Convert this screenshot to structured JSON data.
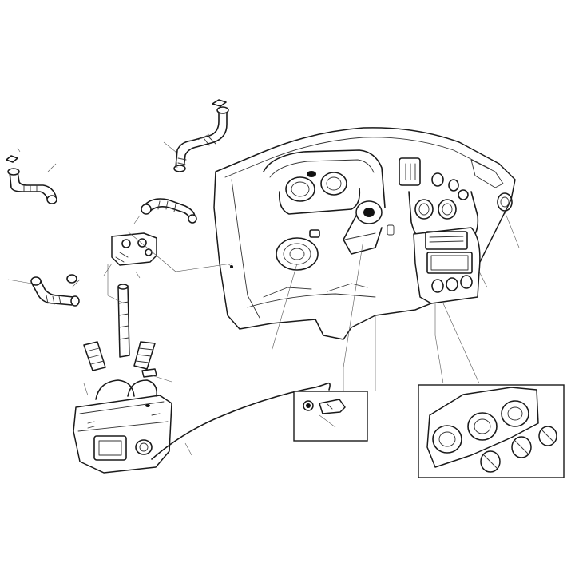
{
  "diagram": {
    "kind": "exploded-parts-view",
    "colors": {
      "line": "#1a1a1a",
      "leader": "#555555",
      "background": "#ffffff"
    },
    "parts": [
      {
        "name": "dashboard-panel",
        "icon": "dashboard-icon"
      },
      {
        "name": "instrument-cluster-gauges",
        "icon": "gauge-icon"
      },
      {
        "name": "steering-column-hub",
        "icon": "steering-icon"
      },
      {
        "name": "center-console-radio",
        "icon": "radio-icon"
      },
      {
        "name": "side-air-vent-right",
        "icon": "vent-icon"
      },
      {
        "name": "heater-unit",
        "icon": "heater-icon"
      },
      {
        "name": "control-cable",
        "icon": "cable-icon"
      },
      {
        "name": "duct-hose-top",
        "icon": "hose-icon"
      },
      {
        "name": "duct-hose-left",
        "icon": "hose-icon"
      },
      {
        "name": "duct-hose-mid",
        "icon": "hose-icon"
      },
      {
        "name": "distribution-box",
        "icon": "box-icon"
      },
      {
        "name": "duct-hose-lower-left",
        "icon": "hose-icon"
      },
      {
        "name": "vertical-duct",
        "icon": "duct-icon"
      },
      {
        "name": "bellows-pair",
        "icon": "bellows-icon"
      },
      {
        "name": "switch-detail",
        "icon": "switch-icon"
      },
      {
        "name": "heater-control-panel-detail",
        "icon": "knob-icon"
      }
    ]
  }
}
